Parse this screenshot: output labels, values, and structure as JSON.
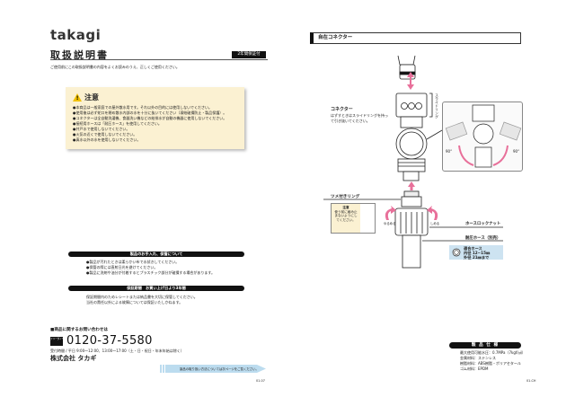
{
  "left_page": {
    "logo": "takagi",
    "title": "取扱説明書",
    "warranty_badge": "2年間保証付",
    "intro": "ご使用前にこの取扱説明書の内容をよくお読みのうえ、正しくご使用ください。",
    "caution": {
      "title": "注意",
      "items": [
        "●本商品は一般家庭での屋外散水用です。それ以外の目的には使用しないでください。",
        "●使用後は必ず蛇口を閉め散水内部の水を十分に抜いてください（凍結破損防止・製品保護）。",
        "●コネクターは全自動洗濯機、食器洗い機などの給排水が自動の機器に使用しないでください。",
        "●接続用ホースは「耐圧ホース」を使用してください。",
        "●井戸水で使用しないでください。",
        "●火気の近くで使用しないでください。",
        "●真水以外の水を使用しないでください。"
      ]
    },
    "care": {
      "title": "製品のお手入れ、保管について",
      "items": [
        "●製品が汚れたときは柔らかい布で水拭きしてください。",
        "●保管の際には直射日光を避けてください。",
        "●製品に洗剤や油分が付着するとプラスチック部分が破損する場合があります。"
      ]
    },
    "warranty": {
      "title": "保証期間　お買い上げ日より3年間",
      "items": [
        "保証期間内のためレシートまたは納品書を大切に保管してください。",
        "当社の責任以外による故障については保証いたしかねます。"
      ]
    },
    "contact": {
      "heading": "■商品に関するお問い合わせは",
      "free_dial_label": "フリーダイヤル",
      "phone": "0120-37-5580",
      "hours": "受付時間 / 平日 9:00〜12:00、13:00〜17:00（土・日・祝日・年末年始は除く）",
      "company": "株式会社 タカギ"
    },
    "next_page_banner": "製品の取り扱い方法については次ページをご覧ください。",
    "page_code": "01-07"
  },
  "right_page": {
    "section_title": "自在コネクター",
    "connector_label": "コネクター",
    "connector_note": "はずすときはスライドリングを持って引き抜いてください。",
    "slide_ring_label": "スライドリング",
    "angle_left": "90°",
    "angle_right": "90°",
    "claw_ring_label": "ツメ付きリング",
    "small_caution": {
      "title": "注意",
      "text": "使う前に緩み止まないようにしてください。"
    },
    "loosen_label": "ゆるめる",
    "tighten_label": "しめる",
    "hose_lock_nut_label": "ホースロックナット",
    "hose_label": "耐圧ホース（別売）",
    "fit_hose": {
      "title": "適合ホース",
      "inner": "内径 12~15㎜",
      "outer": "外径 21㎜まで"
    },
    "spec": {
      "title": "製 品 仕 様",
      "items": [
        "最大使用可能水圧：0.7MPa（7kgf/㎠）",
        "金属材料：ステンレス",
        "樹脂材料：ABS樹脂・ポリアセタール",
        "ゴム材料：EPDM"
      ]
    },
    "page_code": "01-CH"
  },
  "colors": {
    "accent_pink": "#e8709a",
    "caution_bg": "#fbf1d2",
    "hose_box": "#cde3f1",
    "banner": "#bcdcef"
  }
}
